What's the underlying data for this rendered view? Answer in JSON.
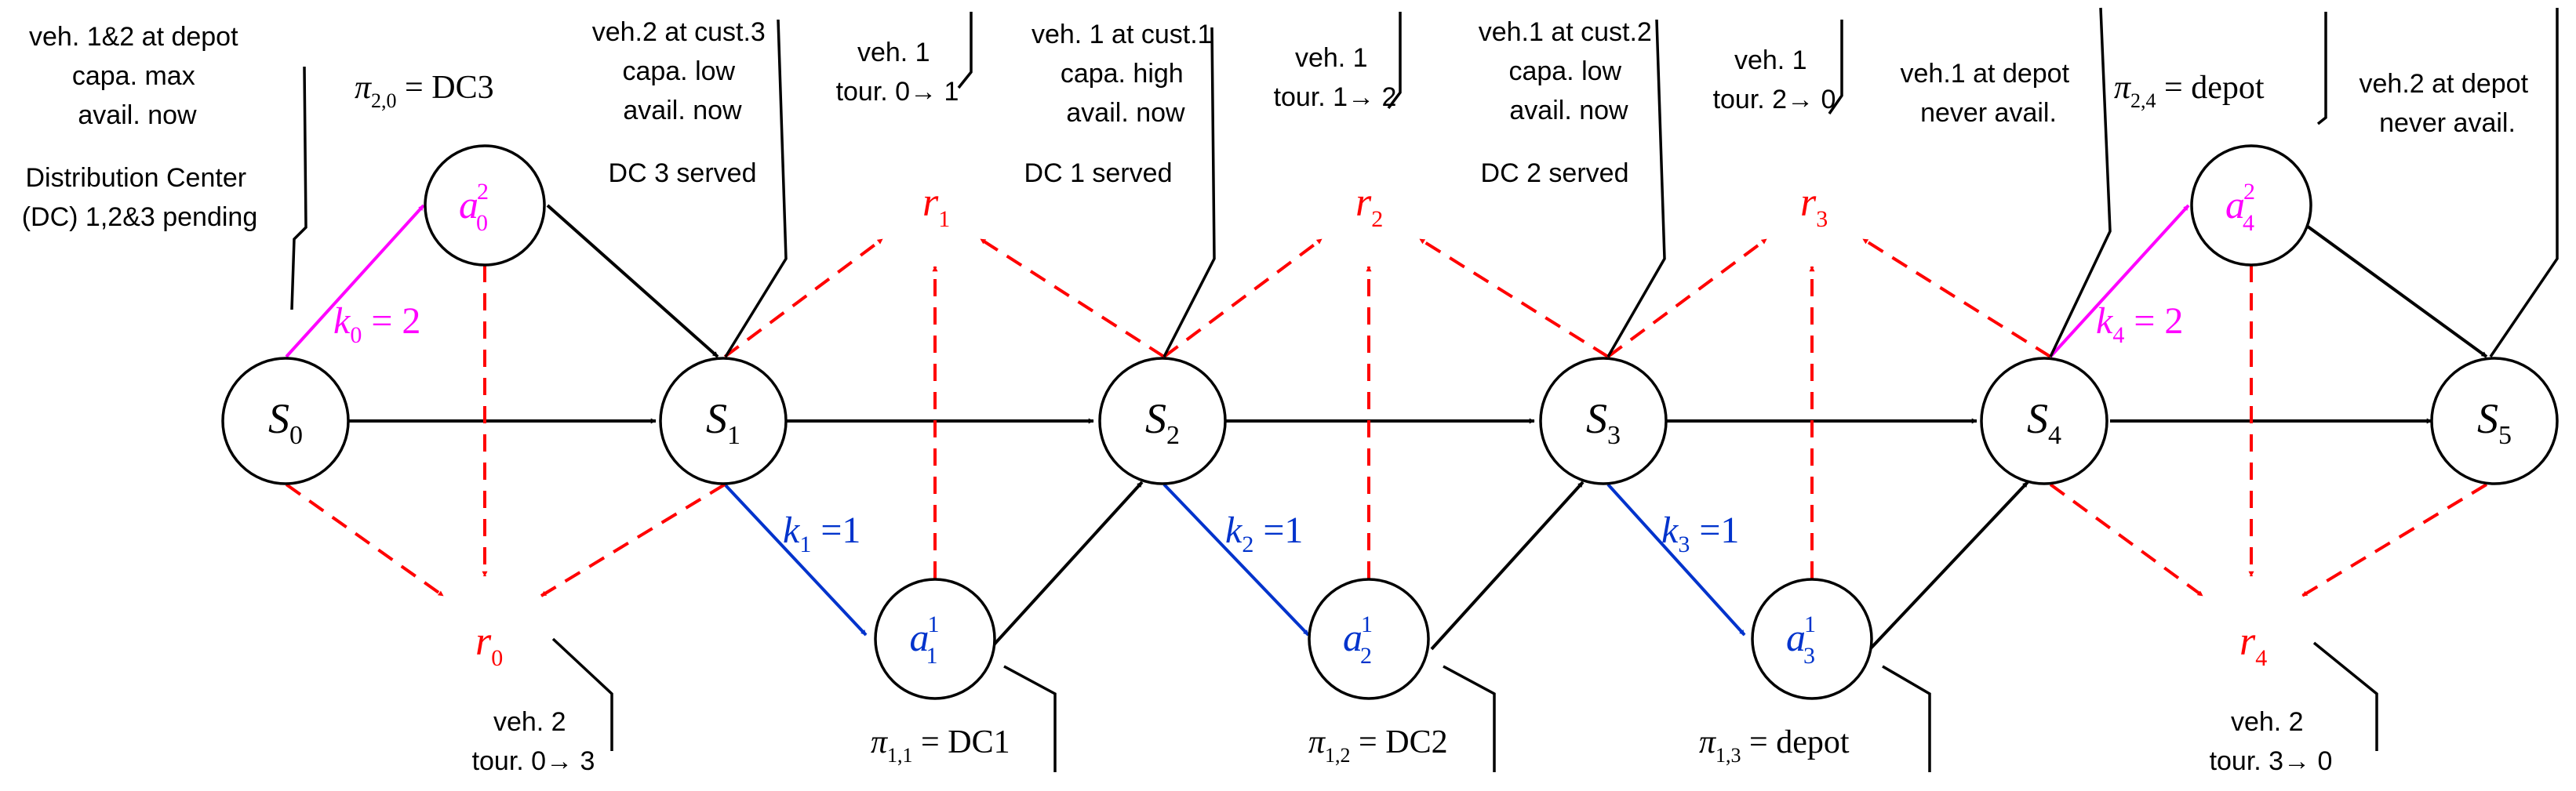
{
  "states": [
    "S",
    "S",
    "S",
    "S",
    "S",
    "S"
  ],
  "state_subs": [
    "0",
    "1",
    "2",
    "3",
    "4",
    "5"
  ],
  "rewards": [
    "r",
    "r",
    "r",
    "r",
    "r"
  ],
  "reward_subs": [
    "0",
    "1",
    "2",
    "3",
    "4"
  ],
  "actions": {
    "a2_0": {
      "base": "a",
      "sup": "2",
      "sub": "0"
    },
    "a1_1": {
      "base": "a",
      "sup": "1",
      "sub": "1"
    },
    "a1_2": {
      "base": "a",
      "sup": "1",
      "sub": "2"
    },
    "a1_3": {
      "base": "a",
      "sup": "1",
      "sub": "3"
    },
    "a2_4": {
      "base": "a",
      "sup": "2",
      "sub": "4"
    }
  },
  "k_labels": [
    {
      "k": "k",
      "sub": "0",
      "eq": " = 2"
    },
    {
      "k": "k",
      "sub": "1",
      "eq": " =1"
    },
    {
      "k": "k",
      "sub": "2",
      "eq": " =1"
    },
    {
      "k": "k",
      "sub": "3",
      "eq": " =1"
    },
    {
      "k": "k",
      "sub": "4",
      "eq": " = 2"
    }
  ],
  "pi_labels": {
    "pi20": {
      "pi": "π",
      "sub": "2,0",
      "eq": " = DC3"
    },
    "pi11": {
      "pi": "π",
      "sub": "1,1",
      "eq": " = DC1"
    },
    "pi12": {
      "pi": "π",
      "sub": "1,2",
      "eq": " = DC2"
    },
    "pi13": {
      "pi": "π",
      "sub": "1,3",
      "eq": " = depot"
    },
    "pi24": {
      "pi": "π",
      "sub": "2,4",
      "eq": " = depot"
    }
  },
  "annotations": {
    "s0": [
      "veh. 1&2 at depot",
      "capa. max",
      "avail. now"
    ],
    "s0_dc": [
      "Distribution Center",
      "(DC) 1,2&3 pending"
    ],
    "s1": [
      "veh.2 at cust.3",
      "capa. low",
      "avail. now"
    ],
    "s1_dc": "DC 3 served",
    "r1": [
      "veh. 1",
      "tour. 0→ 1"
    ],
    "s2": [
      "veh. 1 at cust.1",
      "capa. high",
      "avail. now"
    ],
    "s2_dc": "DC 1 served",
    "r2": [
      "veh. 1",
      "tour. 1→ 2"
    ],
    "s3": [
      "veh.1 at cust.2",
      "capa. low",
      "avail. now"
    ],
    "s3_dc": "DC 2 served",
    "r3": [
      "veh. 1",
      "tour. 2→ 0"
    ],
    "s4": [
      "veh.1 at depot",
      "never avail."
    ],
    "s5": [
      "veh.2 at depot",
      "never avail."
    ],
    "r0": [
      "veh. 2",
      "tour. 0→ 3"
    ],
    "r4": [
      "veh. 2",
      "tour. 3→ 0"
    ]
  },
  "colors": {
    "reward": "#ff0000",
    "vehicle2_action": "#ff00ff",
    "vehicle1_action": "#0033cc",
    "solid_edge": "#000000"
  }
}
